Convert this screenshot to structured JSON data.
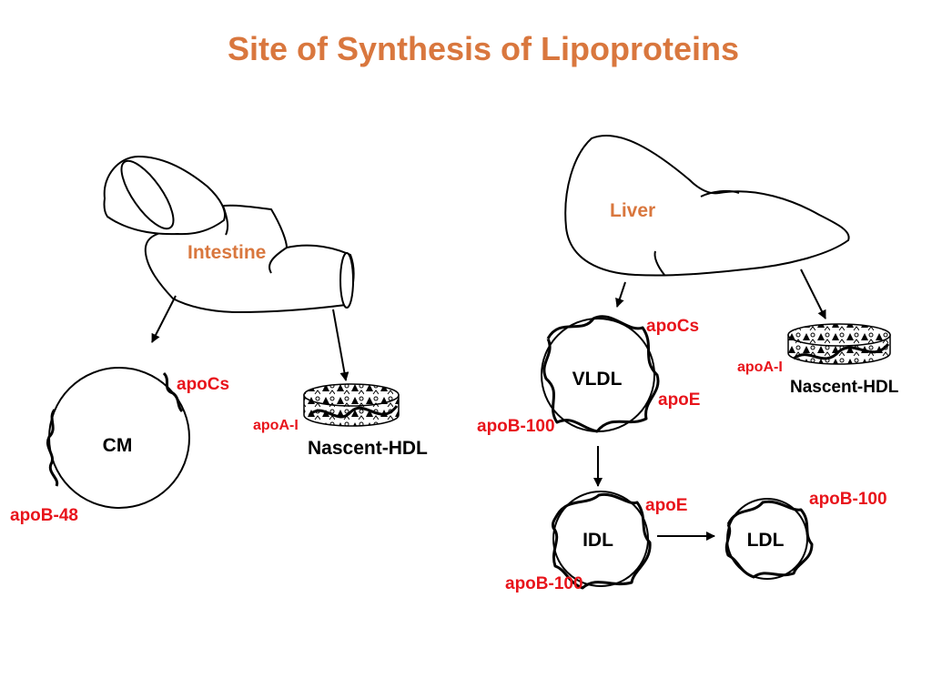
{
  "title": "Site of Synthesis of Lipoproteins",
  "colors": {
    "title": "#d9773e",
    "organ_label": "#d9773e",
    "apoprotein": "#e8141b",
    "outline": "#000000"
  },
  "organs": {
    "intestine": "Intestine",
    "liver": "Liver"
  },
  "particles": {
    "cm": "CM",
    "vldl": "VLDL",
    "idl": "IDL",
    "ldl": "LDL",
    "nascent_hdl_intestine": "Nascent-HDL",
    "nascent_hdl_liver": "Nascent-HDL"
  },
  "apoproteins": {
    "cm_apocs": "apoCs",
    "cm_apob48": "apoB-48",
    "hdl_intestine_apoai": "apoA-I",
    "vldl_apocs": "apoCs",
    "vldl_apoe": "apoE",
    "vldl_apob100": "apoB-100",
    "hdl_liver_apoai": "apoA-I",
    "idl_apoe": "apoE",
    "idl_apob100": "apoB-100",
    "ldl_apob100": "apoB-100"
  }
}
